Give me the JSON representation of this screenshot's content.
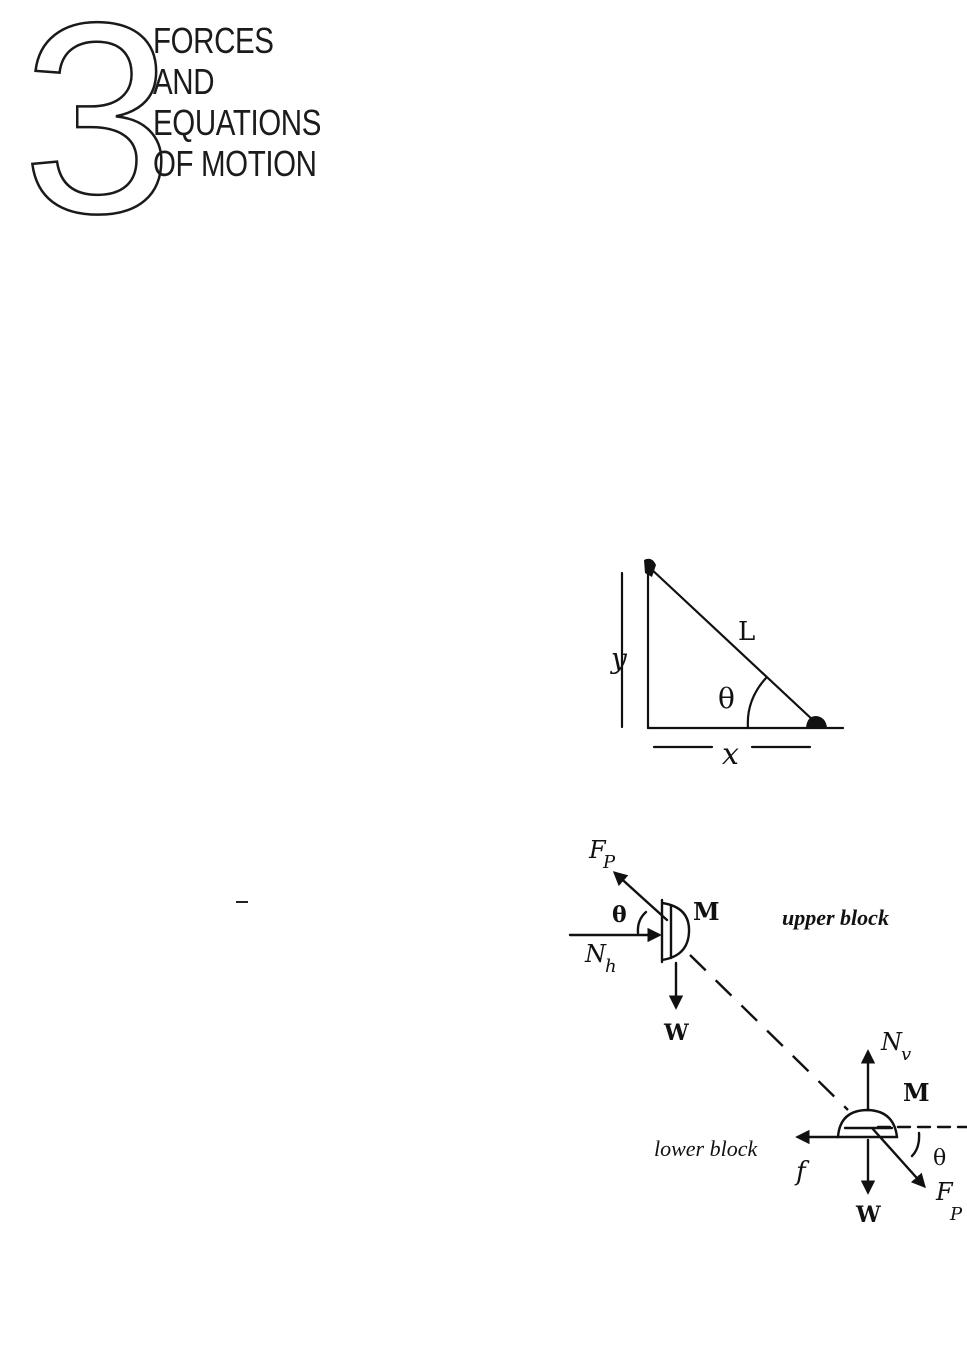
{
  "chapter": {
    "number": "3",
    "title_lines": [
      "FORCES",
      "AND",
      "EQUATIONS",
      "OF MOTION"
    ]
  },
  "triangle_figure": {
    "hypotenuse_label": "L",
    "vertical_label": "y",
    "horizontal_label": "x",
    "angle_label": "θ"
  },
  "force_figure": {
    "upper_block": {
      "caption": "upper block",
      "mass_label": "M",
      "force_labels": {
        "pole_force": "F",
        "pole_force_sub": "P",
        "normal_h": "N",
        "normal_h_sub": "h",
        "weight": "W"
      },
      "angle_label": "θ"
    },
    "lower_block": {
      "caption": "lower block",
      "mass_label": "M",
      "force_labels": {
        "normal_v": "N",
        "normal_v_sub": "v",
        "friction": "f",
        "weight": "W",
        "pole_force": "F",
        "pole_force_sub": "P"
      },
      "angle_label": "θ"
    }
  }
}
